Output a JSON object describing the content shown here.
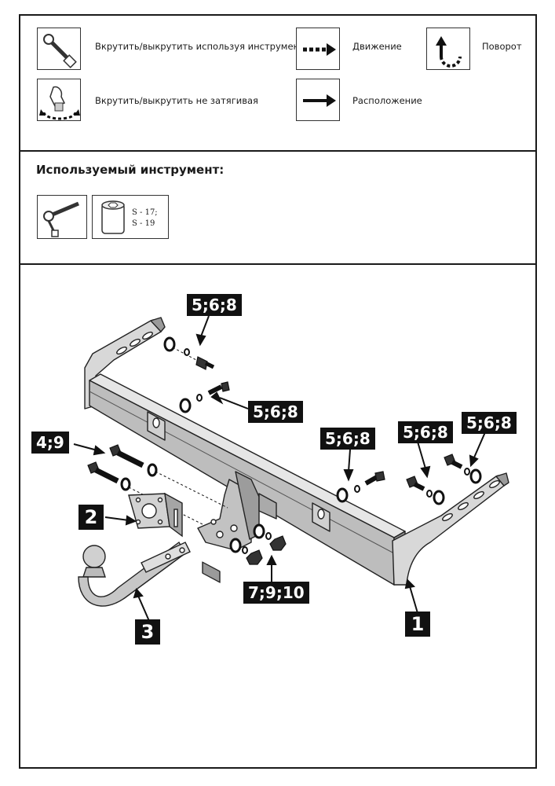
{
  "legend": {
    "tighten_label": "Вкрутить/выкрутить используя инструмент",
    "movement_label": "Движение",
    "rotation_label": "Поворот",
    "hand_tighten_label": "Вкрутить/выкрутить не затягивая",
    "position_label": "Расположение"
  },
  "tools": {
    "title": "Используемый инструмент:",
    "socket_sizes": [
      "S - 17;",
      "S - 19"
    ]
  },
  "diagram": {
    "callouts": {
      "top_bolt": "5;6;8",
      "upper_left_bolt": "5;6;8",
      "mid_bolt": "5;6;8",
      "right_bolt_a": "5;6;8",
      "right_bolt_b": "5;6;8",
      "ball_bolts": "4;9",
      "nuts": "7;9;10"
    },
    "parts": {
      "crossbar": "1",
      "socket_plate": "2",
      "tow_ball": "3"
    }
  }
}
